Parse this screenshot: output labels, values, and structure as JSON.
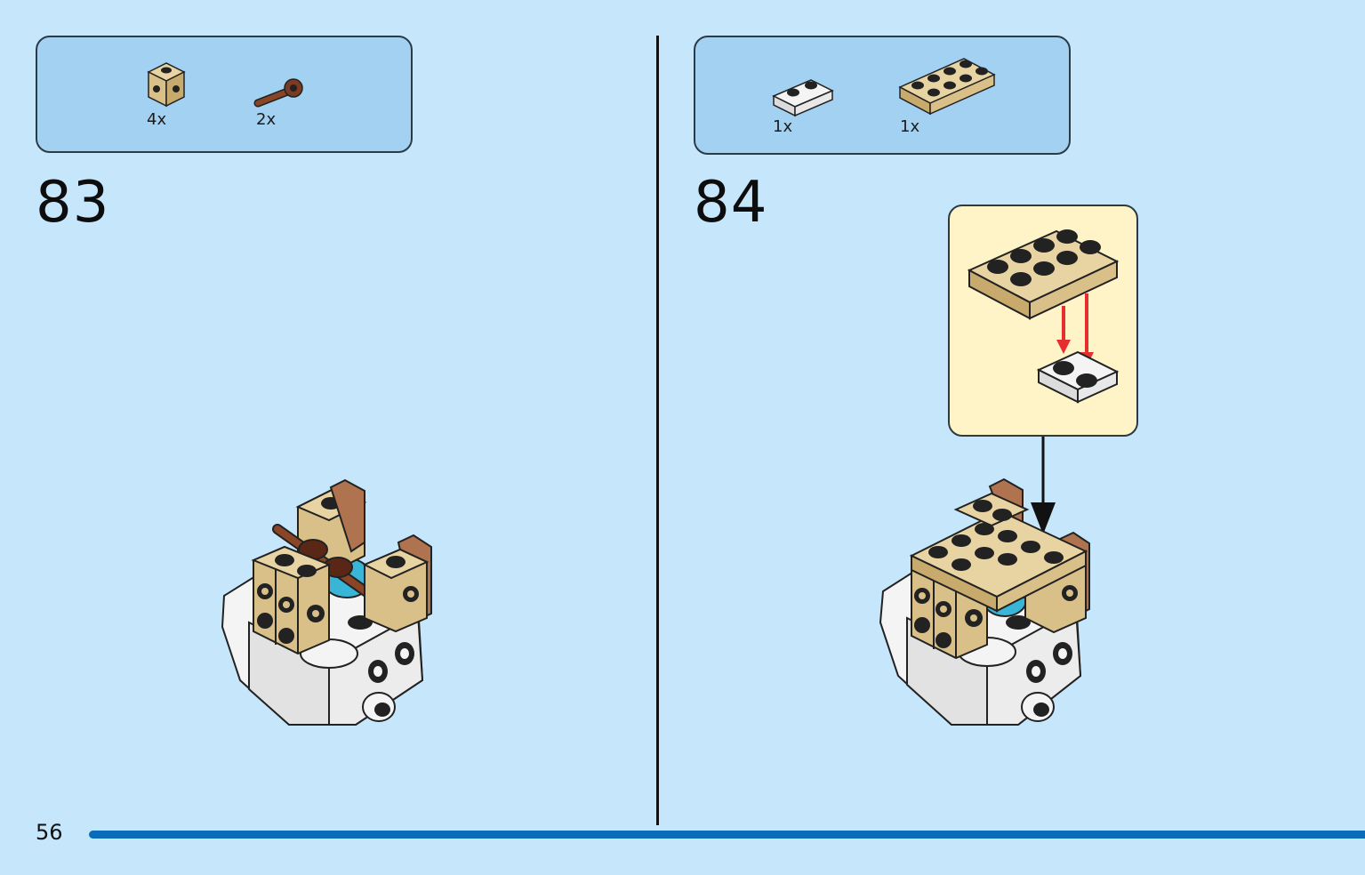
{
  "page": {
    "number": "56"
  },
  "colors": {
    "background": "#c6e7fb",
    "parts_box": "#a3d1f1",
    "callout": "#fff4c8",
    "progress_bar": "#0a6cb8",
    "tan": "#d9bf88",
    "reddish_brown": "#7a3b22",
    "white_brick": "#f4f4f4",
    "azure": "#39b5d8",
    "arrow_red": "#e62e2e"
  },
  "steps": [
    {
      "number": "83",
      "parts": [
        {
          "icon": "tan-1x1-brick-with-studs-on-sides-icon",
          "quantity": "4x"
        },
        {
          "icon": "reddish-brown-bar-with-clip-icon",
          "quantity": "2x"
        }
      ]
    },
    {
      "number": "84",
      "parts": [
        {
          "icon": "white-1x2-plate-icon",
          "quantity": "1x"
        },
        {
          "icon": "tan-2x4-plate-icon",
          "quantity": "1x"
        }
      ]
    }
  ]
}
